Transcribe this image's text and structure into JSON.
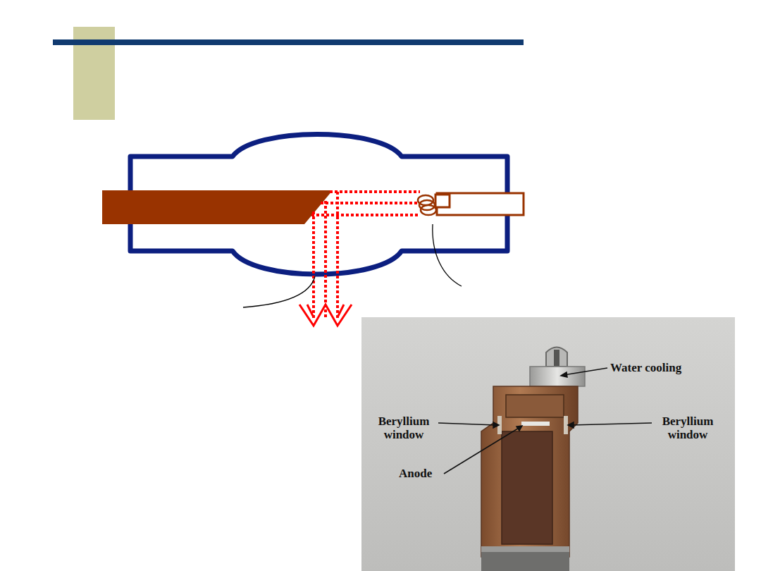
{
  "diagram": {
    "labels": [
      "Water cooling",
      "Beryllium window",
      "Beryllium window",
      "Anode"
    ]
  }
}
